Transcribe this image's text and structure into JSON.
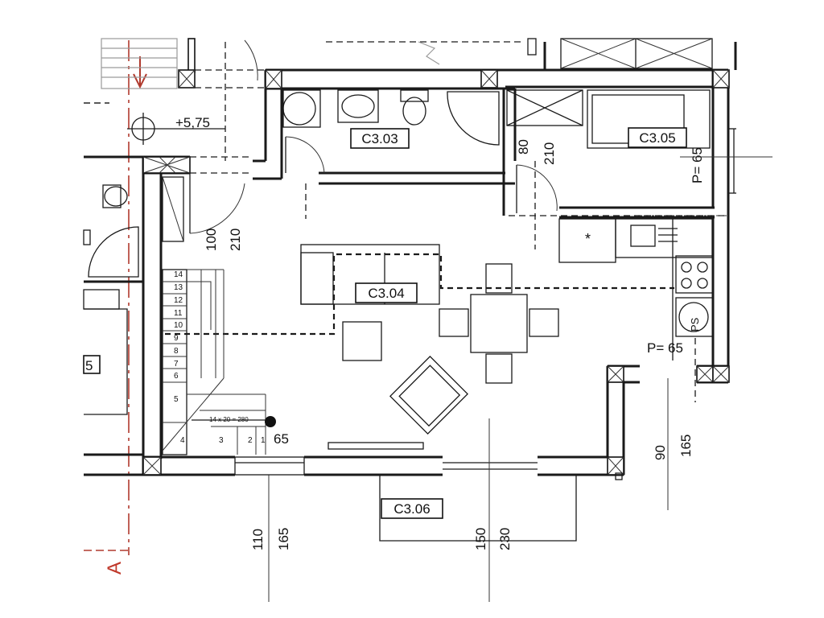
{
  "rooms": {
    "c303": "C3.03",
    "c304": "C3.04",
    "c305": "C3.05",
    "c306": "C3.06",
    "side_room": "5"
  },
  "level": "+5,75",
  "section_marker": "A",
  "dimensions": {
    "d100": "100",
    "d210_left": "210",
    "d80": "80",
    "d210_top": "210",
    "p65_top": "P= 65",
    "p65_right": "P= 65",
    "d65_stair": "65",
    "d110": "110",
    "d165_bottom": "165",
    "d150": "150",
    "d230": "230",
    "d90": "90",
    "d165_right": "165"
  },
  "stair": {
    "formula": "14 x 20 = 280",
    "steps_upper": [
      "14",
      "13",
      "12",
      "11",
      "10",
      "9",
      "8",
      "7",
      "6"
    ],
    "step_5": "5",
    "steps_lower": [
      "4",
      "3",
      "2",
      "1"
    ]
  },
  "kitchen": {
    "shaft_label": "PS"
  }
}
